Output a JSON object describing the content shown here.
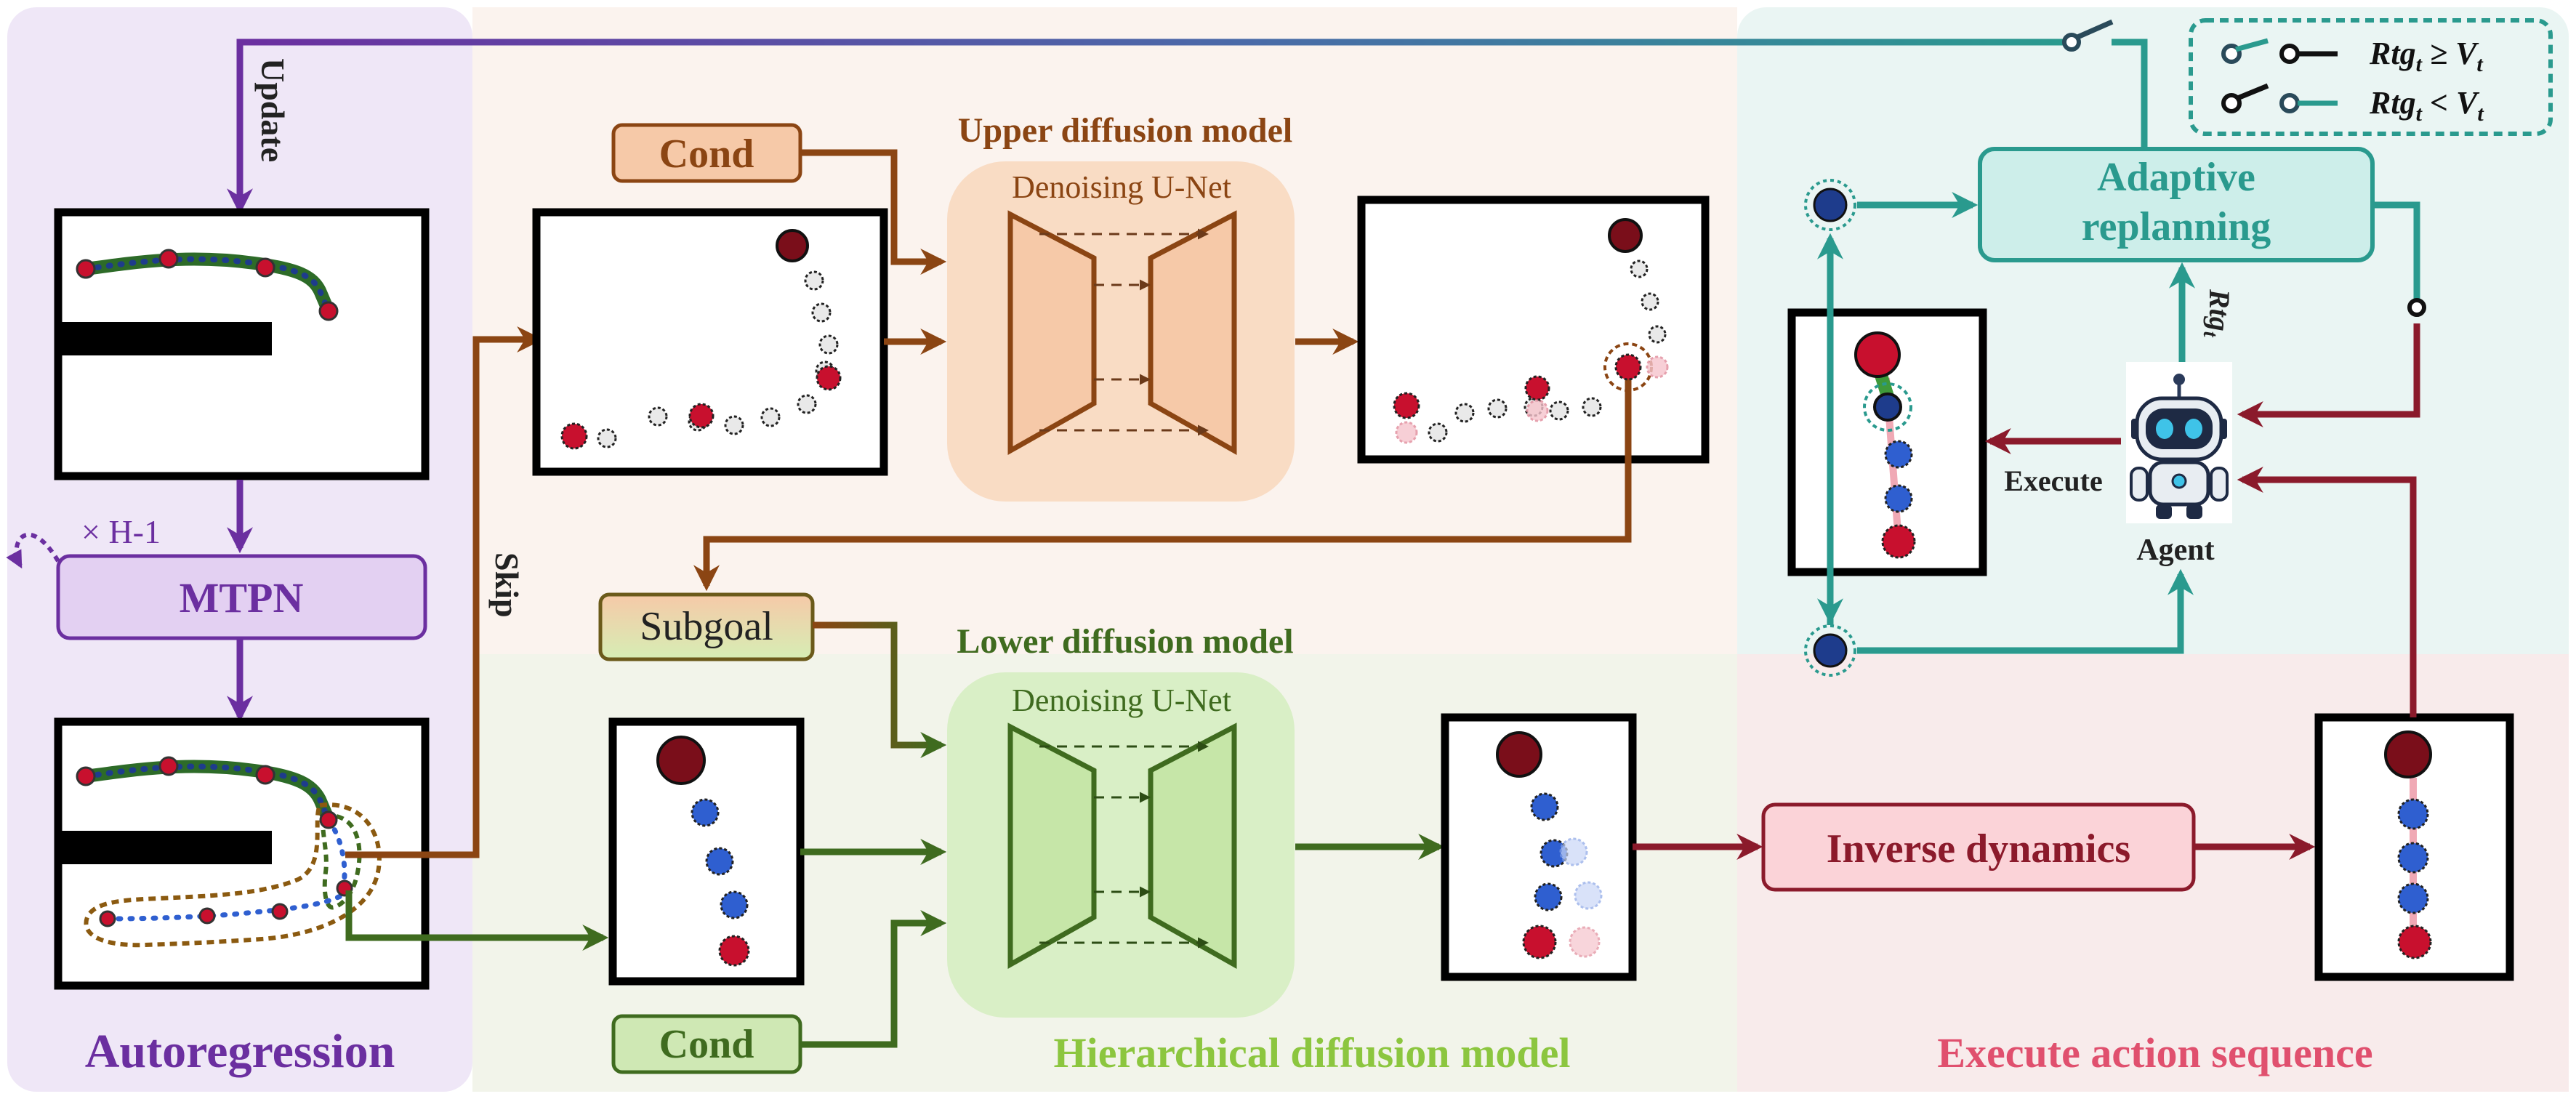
{
  "sections": {
    "autoregression": "Autoregression",
    "hierarchical": "Hierarchical diffusion model",
    "execute": "Execute action sequence"
  },
  "labels": {
    "update": "Update",
    "skip": "Skip",
    "repeat": "× H-1",
    "mtpn": "MTPN",
    "cond_upper": "Cond",
    "cond_lower": "Cond",
    "subgoal": "Subgoal",
    "upper_model": "Upper diffusion model",
    "lower_model": "Lower diffusion model",
    "unet_upper": "Denoising U-Net",
    "unet_lower": "Denoising U-Net",
    "adaptive_1": "Adaptive",
    "adaptive_2": "replanning",
    "inverse": "Inverse dynamics",
    "execute": "Execute",
    "agent": "Agent",
    "rtg_side": "Rtg",
    "rtg_side_sub": "t"
  },
  "legend": {
    "row1": {
      "rtg": "Rtg",
      "sub": "t",
      "op": " ≥ V",
      "vsub": "t"
    },
    "row2": {
      "rtg": "Rtg",
      "sub": "t",
      "op": " < V",
      "vsub": "t"
    }
  },
  "colors": {
    "purple": "#6b2fa0",
    "brown": "#8b4513",
    "green": "#3f6b1f",
    "teal": "#2a9a8e",
    "crimson": "#8b1a2b",
    "red_dot": "#c8102e",
    "blue_dot": "#2f5fd0",
    "dark_red": "#7a0e1a"
  }
}
